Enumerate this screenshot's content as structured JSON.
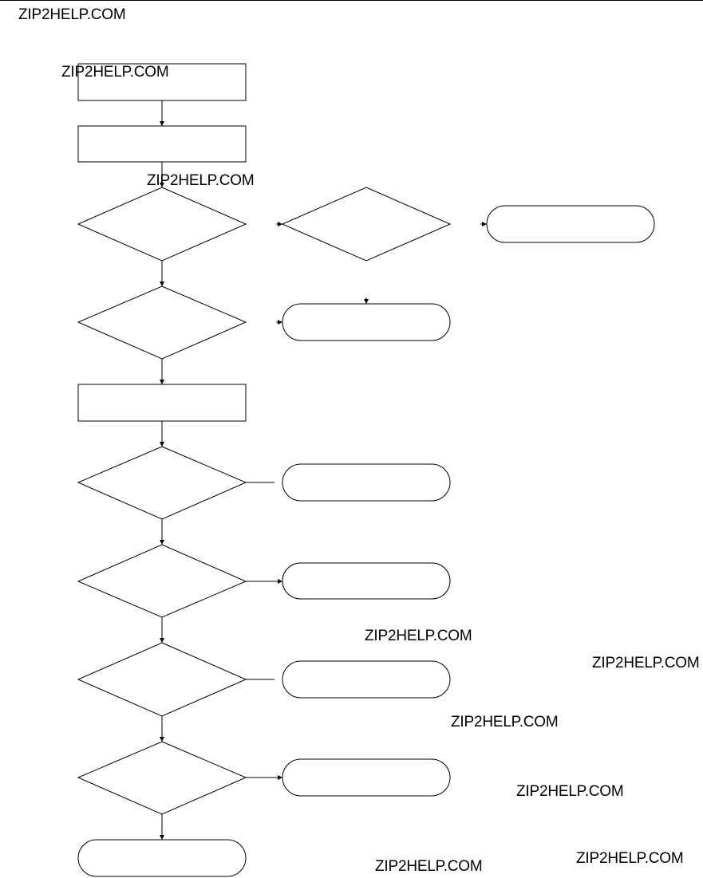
{
  "watermark": {
    "text": "ZIP2HELP.COM"
  },
  "colors": {
    "stroke": "#000000",
    "background": "#ffffff"
  },
  "flowchart": {
    "nodes": [
      {
        "id": "process-1",
        "shape": "rectangle",
        "label": ""
      },
      {
        "id": "process-2",
        "shape": "rectangle",
        "label": ""
      },
      {
        "id": "decision-1",
        "shape": "diamond",
        "label": ""
      },
      {
        "id": "decision-1b",
        "shape": "diamond",
        "label": ""
      },
      {
        "id": "terminal-1",
        "shape": "rounded",
        "label": ""
      },
      {
        "id": "decision-2",
        "shape": "diamond",
        "label": ""
      },
      {
        "id": "terminal-2",
        "shape": "rounded",
        "label": ""
      },
      {
        "id": "process-3",
        "shape": "rectangle",
        "label": ""
      },
      {
        "id": "decision-3",
        "shape": "diamond",
        "label": ""
      },
      {
        "id": "terminal-3",
        "shape": "rounded",
        "label": ""
      },
      {
        "id": "decision-4",
        "shape": "diamond",
        "label": ""
      },
      {
        "id": "terminal-4",
        "shape": "rounded",
        "label": ""
      },
      {
        "id": "decision-5",
        "shape": "diamond",
        "label": ""
      },
      {
        "id": "terminal-5",
        "shape": "rounded",
        "label": ""
      },
      {
        "id": "decision-6",
        "shape": "diamond",
        "label": ""
      },
      {
        "id": "terminal-6",
        "shape": "rounded",
        "label": ""
      },
      {
        "id": "terminal-end",
        "shape": "rounded",
        "label": ""
      }
    ]
  }
}
